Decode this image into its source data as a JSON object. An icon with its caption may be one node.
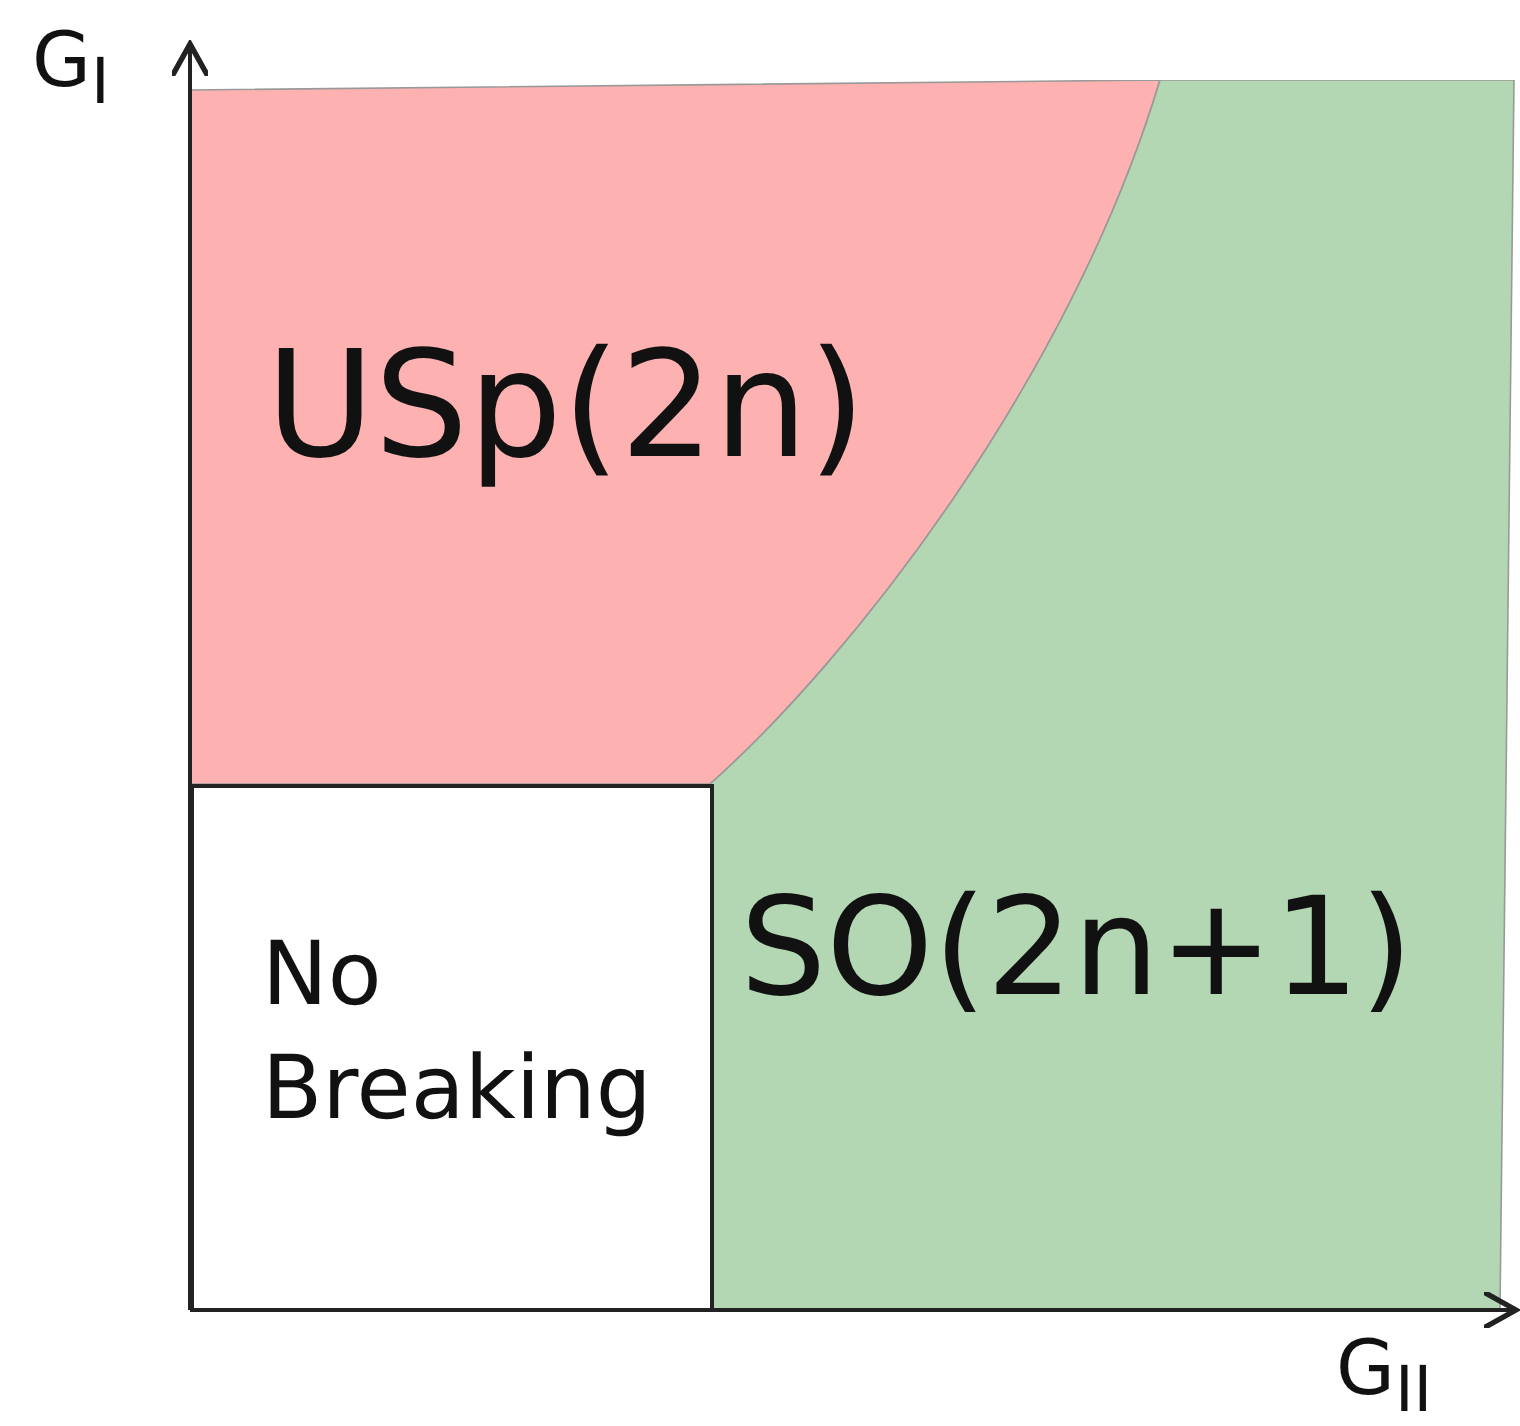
{
  "diagram": {
    "nodes": [
      {
        "text": [
          "USp(2n)"
        ]
      },
      {
        "text": [
          "SO(2n+1)"
        ]
      },
      {
        "text": [
          "No Breaking"
        ]
      }
    ],
    "edges": [],
    "labels": [
      "G$_{I}$",
      "G$_{II}$"
    ]
  }
}
